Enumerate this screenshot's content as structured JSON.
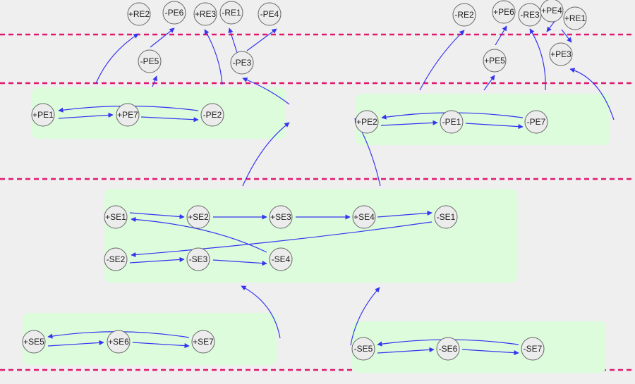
{
  "colors": {
    "background": "#efefef",
    "box_fill": "#dcfcdc",
    "node_fill": "#ececec",
    "node_stroke": "#666666",
    "arrow": "#3535f0",
    "dashed_line": "#e0186e"
  },
  "nodes": {
    "tl_pe1": "+PE1",
    "tl_pe7": "+PE7",
    "tl_pe2": "-PE2",
    "tl_pe5": "-PE5",
    "tl_pe3": "-PE3",
    "tl_re2": "+RE2",
    "tl_pe6": "-PE6",
    "tl_re3": "+RE3",
    "tl_re1": "-RE1",
    "tl_pe4": "-PE4",
    "tr_pe2": "+PE2",
    "tr_pe1": "-PE1",
    "tr_pe7": "-PE7",
    "tr_pe5": "+PE5",
    "tr_pe3": "+PE3",
    "tr_re2": "-RE2",
    "tr_pe6": "+PE6",
    "tr_re3": "-RE3",
    "tr_pe4": "+PE4",
    "tr_re1": "+RE1",
    "c_se1": "+SE1",
    "c_se2": "+SE2",
    "c_se3": "+SE3",
    "c_se4": "+SE4",
    "c_nse1": "-SE1",
    "c_nse2": "-SE2",
    "c_nse3": "-SE3",
    "c_nse4": "-SE4",
    "bl_se5": "+SE5",
    "bl_se6": "+SE6",
    "bl_se7": "+SE7",
    "br_se5": "-SE5",
    "br_se6": "-SE6",
    "br_se7": "-SE7"
  }
}
